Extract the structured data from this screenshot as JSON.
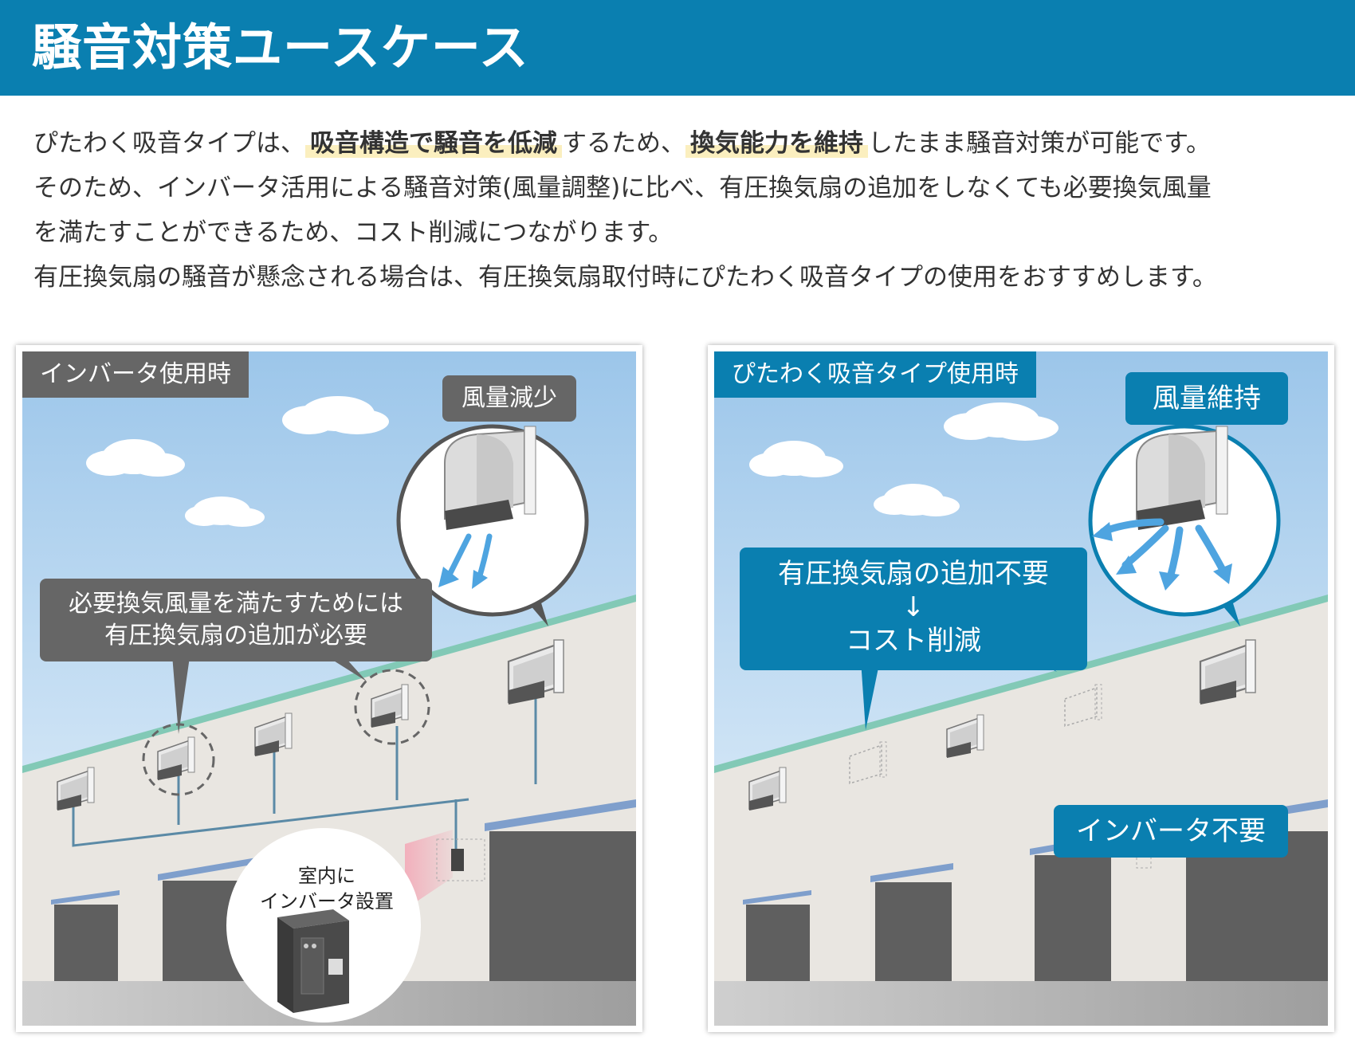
{
  "header": {
    "title": "騒音対策ユースケース"
  },
  "intro": {
    "l1a": "ぴたわく吸音タイプは、",
    "l1b": "吸音構造で騒音を低減",
    "l1c": "するため、",
    "l1d": "換気能力を維持",
    "l1e": "したまま騒音対策が可能です。",
    "l2": "そのため、インバータ活用による騒音対策(風量調整)に比べ、有圧換気扇の追加をしなくても必要換気風量",
    "l3": "を満たすことができるため、コスト削減につながります。",
    "l4": "有圧換気扇の騒音が懸念される場合は、有圧換気扇取付時にぴたわく吸音タイプの使用をおすすめします。"
  },
  "left": {
    "tag": "インバータ使用時",
    "bubble": "風量減少",
    "note1": "必要換気風量を満たすためには",
    "note2": "有圧換気扇の追加が必要",
    "inv1": "室内に",
    "inv2": "インバータ設置"
  },
  "right": {
    "tag": "ぴたわく吸音タイプ使用時",
    "bubble": "風量維持",
    "note1": "有圧換気扇の追加不要",
    "arrow": "↓",
    "note2": "コスト削減",
    "inv": "インバータ不要"
  },
  "colors": {
    "blue": "#0a7fb0",
    "grey": "#666666",
    "highlight": "#fbefbf",
    "roofline": "#7ec8b8"
  }
}
